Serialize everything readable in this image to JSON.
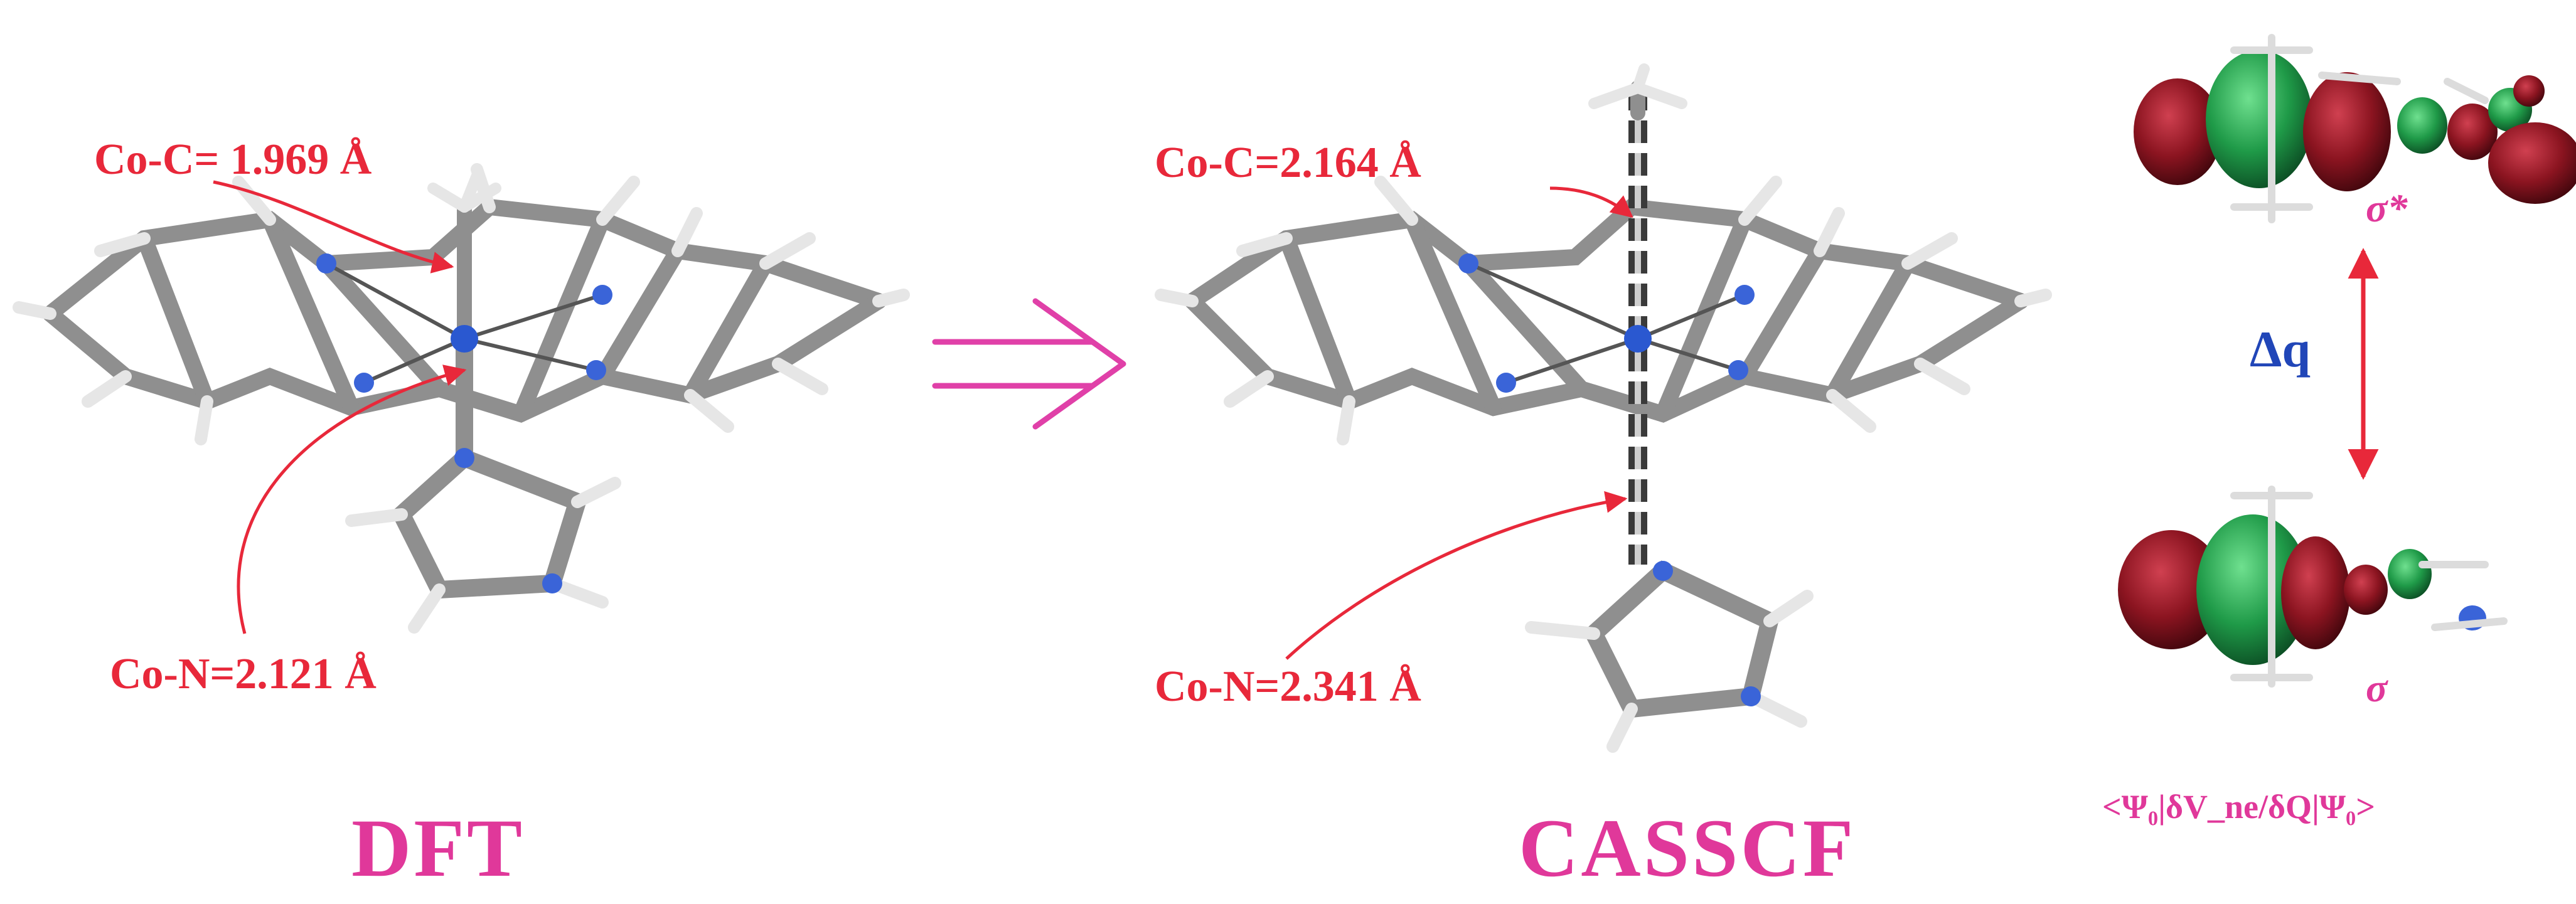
{
  "labels": {
    "dft_co_c": "Co-C= 1.969 Å",
    "dft_co_n": "Co-N=2.121 Å",
    "casscf_co_c": "Co-C=2.164 Å",
    "casscf_co_n": "Co-N=2.341 Å",
    "dft_method": "DFT",
    "casscf_method": "CASSCF",
    "sigma_star": "σ*",
    "sigma": "σ",
    "delta_q": "Δq",
    "matrix_element": "<Ψ₀|δV_ne/δQ|Ψ₀>"
  },
  "colors": {
    "label_red": "#e8283a",
    "method_pink": "#e0389a",
    "arrow_magenta": "#e040a8",
    "delta_blue": "#2146b8",
    "carbon_gray": "#8f8f8f",
    "hydrogen_white": "#f2f2f2",
    "nitrogen_blue": "#3a64d8",
    "cobalt_blue": "#2a58d0",
    "orbital_red": "#8b1420",
    "orbital_green": "#1f9a48"
  }
}
